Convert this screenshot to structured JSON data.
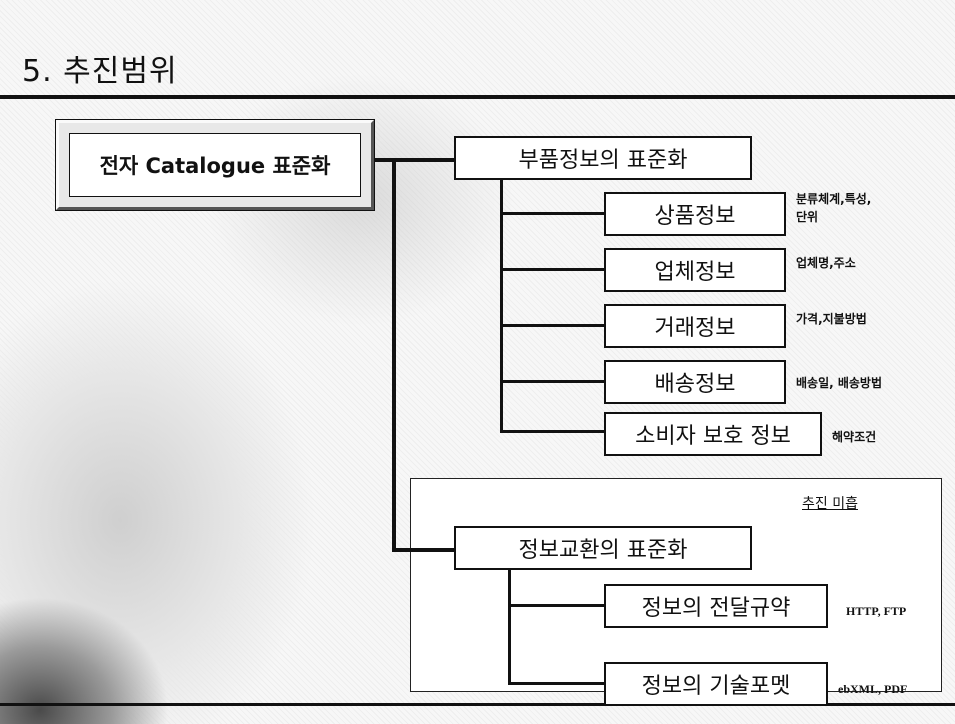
{
  "slide": {
    "title": "5. 추진범위",
    "root": "전자 Catalogue 표준화",
    "branch1": {
      "label": "부품정보의 표준화",
      "items": [
        {
          "label": "상품정보",
          "note": "분류체계,특성,\n단위"
        },
        {
          "label": "업체정보",
          "note": "업체명,주소"
        },
        {
          "label": "거래정보",
          "note": "가격,지불방법"
        },
        {
          "label": "배송정보",
          "note": "배송일, 배송방법"
        },
        {
          "label": "소비자 보호 정보",
          "note": "해약조건"
        }
      ]
    },
    "branch2": {
      "label": "정보교환의 표준화",
      "status": "추진 미흡",
      "items": [
        {
          "label": "정보의 전달규약",
          "note": "HTTP, FTP"
        },
        {
          "label": "정보의 기술포멧",
          "note": "ebXML, PDF"
        }
      ]
    }
  },
  "colors": {
    "line": "#111111",
    "box_bg": "#ffffff",
    "background": "#f7f7f7"
  }
}
